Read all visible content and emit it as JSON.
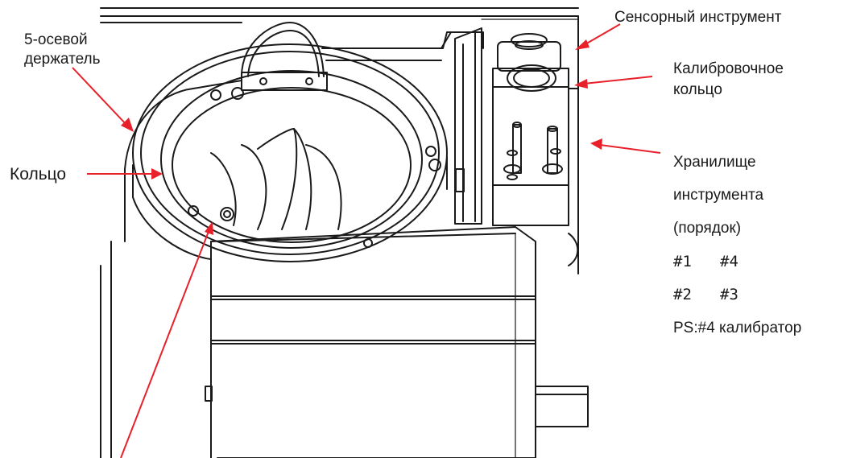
{
  "labels": {
    "sensor_tool": "Сенсорный инструмент",
    "calibration_ring_line1": "Калибровочное",
    "calibration_ring_line2": "кольцо",
    "holder_line1": "5-осевой",
    "holder_line2": "держатель",
    "ring": "Кольцо",
    "storage_line1": "Хранилище",
    "storage_line2": "инструмента",
    "storage_line3": "(порядок)",
    "slot_1": "#1",
    "slot_4": "#4",
    "slot_2": "#2",
    "slot_3": "#3",
    "ps_note": "PS:#4 калибратор"
  },
  "colors": {
    "arrow": "#e8202a",
    "line_art": "#1a1a1a",
    "background": "#ffffff"
  },
  "icons": {
    "arrow_shape": "red-arrow-icon"
  }
}
